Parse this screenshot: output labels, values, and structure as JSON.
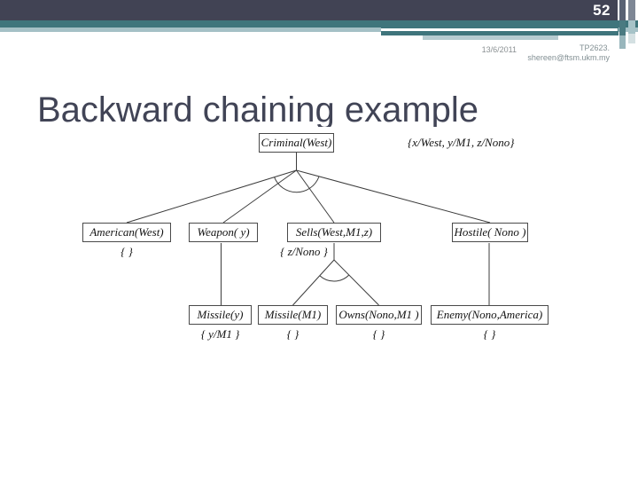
{
  "header": {
    "page_number": "52",
    "date": "13/6/2011",
    "course_line1": "TP2623.",
    "course_line2": "shereen@ftsm.ukm.my"
  },
  "title": "Backward chaining example",
  "diagram": {
    "root": {
      "label": "Criminal(West)"
    },
    "root_substitution": "{x/West, y/M1, z/Nono}",
    "level2": {
      "american": {
        "label": "American(West)",
        "substitution": "{ }"
      },
      "weapon": {
        "label": "Weapon( y)"
      },
      "sells": {
        "label": "Sells(West,M1,z)",
        "substitution": "{ z/Nono }"
      },
      "hostile": {
        "label": "Hostile( Nono )"
      }
    },
    "level3": {
      "missile_y": {
        "label": "Missile(y)",
        "substitution": "{ y/M1 }"
      },
      "missile_m1": {
        "label": "Missile(M1)",
        "substitution": "{ }"
      },
      "owns": {
        "label": "Owns(Nono,M1 )",
        "substitution": "{ }"
      },
      "enemy": {
        "label": "Enemy(Nono,America)",
        "substitution": "{ }"
      }
    }
  },
  "colors": {
    "header_dark": "#414354",
    "header_teal": "#3F757C",
    "header_light": "#A5C0C6",
    "title_text": "#414456",
    "footer_text": "#8B9193",
    "edge_stroke": "#3c3c3c"
  }
}
